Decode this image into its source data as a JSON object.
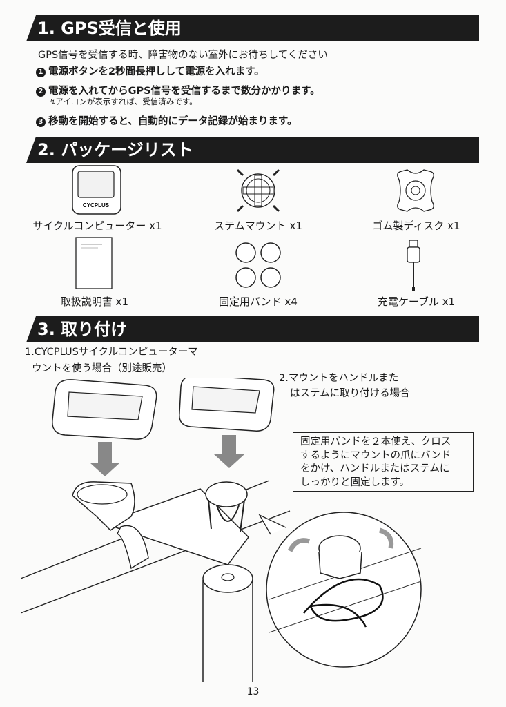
{
  "sections": {
    "gps": {
      "title": "1. GPS受信と使用",
      "intro": "GPS信号を受信する時、障害物のない室外にお待ちしてください",
      "steps": [
        {
          "num": "1",
          "text": "電源ボタンを2秒間長押しして電源を入れます。"
        },
        {
          "num": "2",
          "text": "電源を入れてからGPS信号を受信するまで数分かかります。"
        },
        {
          "num": "3",
          "text": "移動を開始すると、自動的にデータ記録が始まります。"
        }
      ],
      "note_icon": "satellite-icon",
      "note": "アイコンが表示すれば、受信済みです。"
    },
    "package": {
      "title": "2. パッケージリスト",
      "items": [
        {
          "label": "サイクルコンピューター x1",
          "icon": "bike-computer-icon",
          "brand": "CYCPLUS"
        },
        {
          "label": "ステムマウント x1",
          "icon": "stem-mount-icon"
        },
        {
          "label": "ゴム製ディスク x1",
          "icon": "rubber-disc-icon"
        },
        {
          "label": "取扱説明書 x1",
          "icon": "manual-icon"
        },
        {
          "label": "固定用バンド x4",
          "icon": "bands-icon"
        },
        {
          "label": "充電ケーブル x1",
          "icon": "cable-icon"
        }
      ]
    },
    "install": {
      "title": "3. 取り付け",
      "case1_line1": "1.CYCPLUSサイクルコンピューターマ",
      "case1_line2": "ウントを使う場合（別途販売）",
      "case2_line1": "2.マウントをハンドルまた",
      "case2_line2": "はステムに取り付ける場合",
      "callout": [
        "固定用バンドを２本使え、クロス",
        "するようにマウントの爪にバンド",
        "をかけ、ハンドルまたはステムに",
        "しっかりと固定します。"
      ]
    }
  },
  "page_number": "13"
}
